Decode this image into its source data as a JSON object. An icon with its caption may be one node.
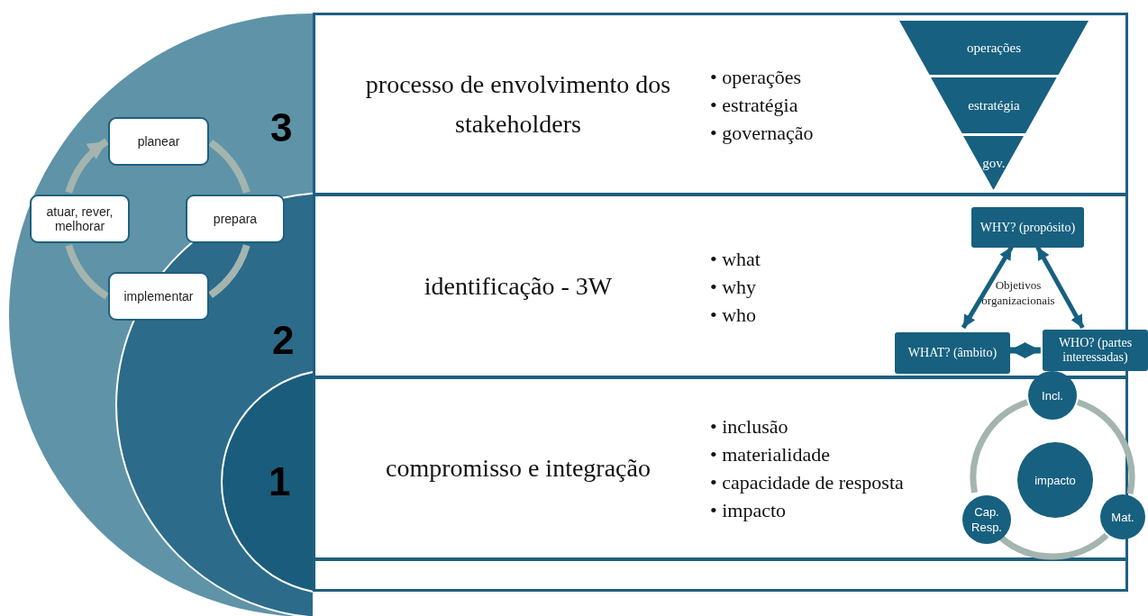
{
  "diagram": {
    "nodes": [
      {
        "text": [
          "3"
        ]
      },
      {
        "text": [
          "2"
        ],
        "in": 0
      },
      {
        "text": [
          "1"
        ],
        "in": 1
      },
      {
        "text": [
          "planear"
        ],
        "in": 0
      },
      {
        "text": [
          "atuar, rever, melhorar"
        ],
        "in": 0
      },
      {
        "text": [
          "prepara"
        ],
        "in": 1
      },
      {
        "text": [
          "implementar"
        ],
        "in": 0
      },
      {
        "text": [
          "processo de envolvimento dos stakeholders",
          "• operações",
          "• estratégia",
          "• governação"
        ]
      },
      {
        "text": [
          "operações"
        ],
        "in": 7
      },
      {
        "text": [
          "estratégia"
        ],
        "in": 7
      },
      {
        "text": [
          "gov."
        ],
        "in": 7
      },
      {
        "text": [
          "identificação - 3W",
          "• what",
          "• why",
          "• who"
        ]
      },
      {
        "text": [
          "WHY? (propósito)"
        ],
        "in": 11
      },
      {
        "text": [
          "WHAT? (âmbito)"
        ],
        "in": 11
      },
      {
        "text": [
          "WHO? (partes interessadas)"
        ]
      },
      {
        "text": [
          "compromisso e integração",
          "• inclusão",
          "• materialidade",
          "• capacidade de resposta",
          "• impacto"
        ]
      },
      {
        "text": [
          "Incl."
        ]
      },
      {
        "text": [
          "impacto"
        ],
        "in": 15
      },
      {
        "text": [
          "Cap. Resp."
        ],
        "in": 15
      },
      {
        "text": [
          "Mat."
        ]
      },
      {
        "text": [],
        "shape": "box"
      }
    ],
    "edges": [
      {
        "from": 3,
        "to": 5,
        "arrow": "none"
      },
      {
        "from": 5,
        "to": 6,
        "arrow": "none"
      },
      {
        "from": 6,
        "to": 4,
        "arrow": "none"
      },
      {
        "from": 4,
        "to": 3,
        "arrow": "to"
      },
      {
        "from": 12,
        "to": 13,
        "arrow": "both",
        "color": "#17607f"
      },
      {
        "from": 12,
        "to": 14,
        "arrow": "both",
        "color": "#17607f"
      },
      {
        "from": 13,
        "to": 14,
        "arrow": "both",
        "color": "#17607f"
      },
      {
        "from": 16,
        "to": 19,
        "arrow": "none"
      },
      {
        "from": 19,
        "to": 18,
        "arrow": "none"
      },
      {
        "from": 18,
        "to": 16,
        "arrow": "none"
      }
    ],
    "labels": [
      "Objetivos organizacionais"
    ]
  }
}
